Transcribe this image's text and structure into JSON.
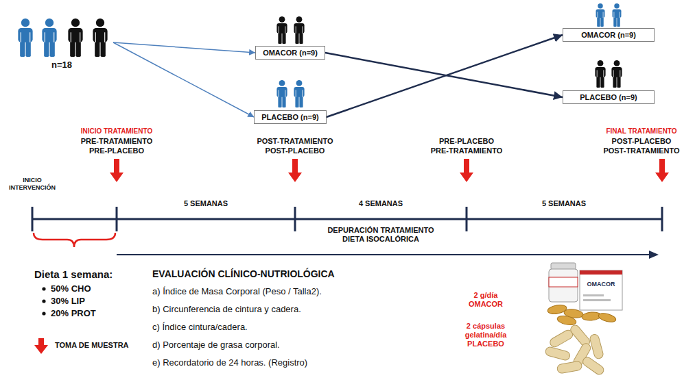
{
  "diagram": {
    "nodes": [
      {
        "text": [
          "n=18"
        ]
      },
      {
        "text": [
          "OMACOR (n=9)"
        ]
      },
      {
        "text": [
          "PLACEBO (n=9)"
        ]
      },
      {
        "text": [
          "OMACOR (n=9)"
        ]
      },
      {
        "text": [
          "PLACEBO (n=9)"
        ]
      }
    ],
    "edges": [
      {
        "from": 0,
        "to": 1,
        "arrow": "to"
      },
      {
        "from": 0,
        "to": 2,
        "arrow": "to"
      },
      {
        "from": 1,
        "to": 4,
        "arrow": "to"
      },
      {
        "from": 2,
        "to": 3,
        "arrow": "to"
      }
    ],
    "labels": [
      "INICIO INTERVENCIÓN",
      "INICIO TRATAMIENTO",
      "PRE-TRATAMIENTO",
      "PRE-PLACEBO",
      "5 SEMANAS",
      "POST-TRATAMIENTO",
      "POST-PLACEBO",
      "4 SEMANAS",
      "PRE-PLACEBO",
      "PRE-TRATAMIENTO",
      "5 SEMANAS",
      "FINAL TRATAMIENTO",
      "POST-PLACEBO",
      "POST-TRATAMIENTO",
      "DEPURACIÓN TRATAMIENTO DIETA ISOCALÓRICA",
      "Dieta 1 semana:",
      "50% CHO",
      "30% LIP",
      "20% PROT",
      "EVALUACIÓN CLÍNICO-NUTRIOLÓGICA",
      "a) Índice de Masa Corporal (Peso / Talla2).",
      "b) Circunferencia de cintura y cadera.",
      "c) Índice cintura/cadera.",
      "d) Porcentaje de grasa corporal.",
      "e) Recordatorio de 24 horas. (Registro)",
      "2 g/día OMACOR",
      "2 cápsulas gelatina/día PLACEBO",
      "OMACOR"
    ],
    "legend": [
      {
        "text": "TOMA DE MUESTRA"
      }
    ]
  }
}
